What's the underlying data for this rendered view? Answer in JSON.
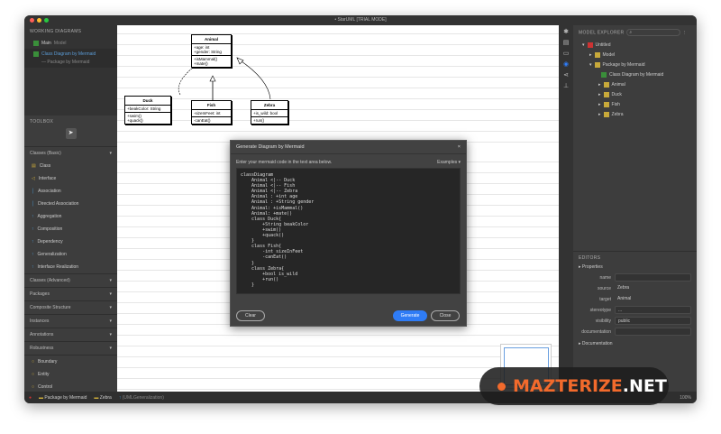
{
  "window": {
    "title": "• StarUML [TRIAL MODE]"
  },
  "working_diagrams": {
    "title": "WORKING DIAGRAMS",
    "items": [
      {
        "label": "Main",
        "sub": "Model"
      },
      {
        "label": "Class Diagram by Mermaid",
        "sub": "— Package by Mermaid"
      }
    ]
  },
  "toolbox": {
    "title": "TOOLBOX",
    "groups_top": {
      "label": "Classes (Basic)",
      "items": [
        "Class",
        "Interface",
        "Association",
        "Directed Association",
        "Aggregation",
        "Composition",
        "Dependency",
        "Generalization",
        "Interface Realization"
      ]
    },
    "groups": [
      "Classes (Advanced)",
      "Packages",
      "Composite Structure",
      "Instances",
      "Annotations",
      "Robustness"
    ],
    "robustness_items": [
      "Boundary",
      "Entity",
      "Control"
    ]
  },
  "diagram": {
    "classes": [
      {
        "name": "Animal",
        "attrs": [
          "+age: int",
          "+gender: String"
        ],
        "ops": [
          "+isMammal()",
          "+mate()"
        ]
      },
      {
        "name": "Duck",
        "attrs": [
          "+beakColor: String"
        ],
        "ops": [
          "+swim()",
          "+quack()"
        ]
      },
      {
        "name": "Fish",
        "attrs": [
          "-sizeInFeet: int"
        ],
        "ops": [
          "-canEat()"
        ]
      },
      {
        "name": "Zebra",
        "attrs": [
          "+is_wild: bool"
        ],
        "ops": [
          "+run()"
        ]
      }
    ]
  },
  "dialog": {
    "title": "Generate Diagram by Mermaid",
    "close": "×",
    "instruction": "Enter your mermaid code in the text area below.",
    "examples": "Examples ▾",
    "code": "classDiagram\n    Animal <|-- Duck\n    Animal <|-- Fish\n    Animal <|-- Zebra\n    Animal : +int age\n    Animal : +String gender\n    Animal: +isMammal()\n    Animal: +mate()\n    class Duck{\n        +String beakColor\n        +swim()\n        +quack()\n    }\n    class Fish{\n        -int sizeInFeet\n        -canEat()\n    }\n    class Zebra{\n        +bool is_wild\n        +run()\n    }",
    "clear": "Clear",
    "generate": "Generate",
    "close_btn": "Close"
  },
  "model_explorer": {
    "title": "MODEL EXPLORER",
    "tree": [
      "Untitled",
      "Model",
      "Package by Mermaid",
      "Class Diagram by Mermaid",
      "Animal",
      "Duck",
      "Fish",
      "Zebra"
    ]
  },
  "editors": {
    "title": "EDITORS",
    "properties": "Properties",
    "fields": [
      {
        "label": "name",
        "value": ""
      },
      {
        "label": "source",
        "value": "Zebra"
      },
      {
        "label": "target",
        "value": "Animal"
      },
      {
        "label": "stereotype",
        "value": "..."
      },
      {
        "label": "visibility",
        "value": "public"
      },
      {
        "label": "documentation",
        "value": ""
      }
    ],
    "documentation": "Documentation"
  },
  "status": {
    "items": [
      "Package by Mermaid",
      "Zebra",
      "(UMLGeneralization)"
    ],
    "zoom": "100%"
  },
  "watermark": {
    "text1": "MAZTERIZE",
    "text2": ".NET"
  },
  "colors": {
    "accent": "#2f7cf6",
    "brand_orange": "#f26a2c",
    "class_icon": "#c8a93a"
  }
}
